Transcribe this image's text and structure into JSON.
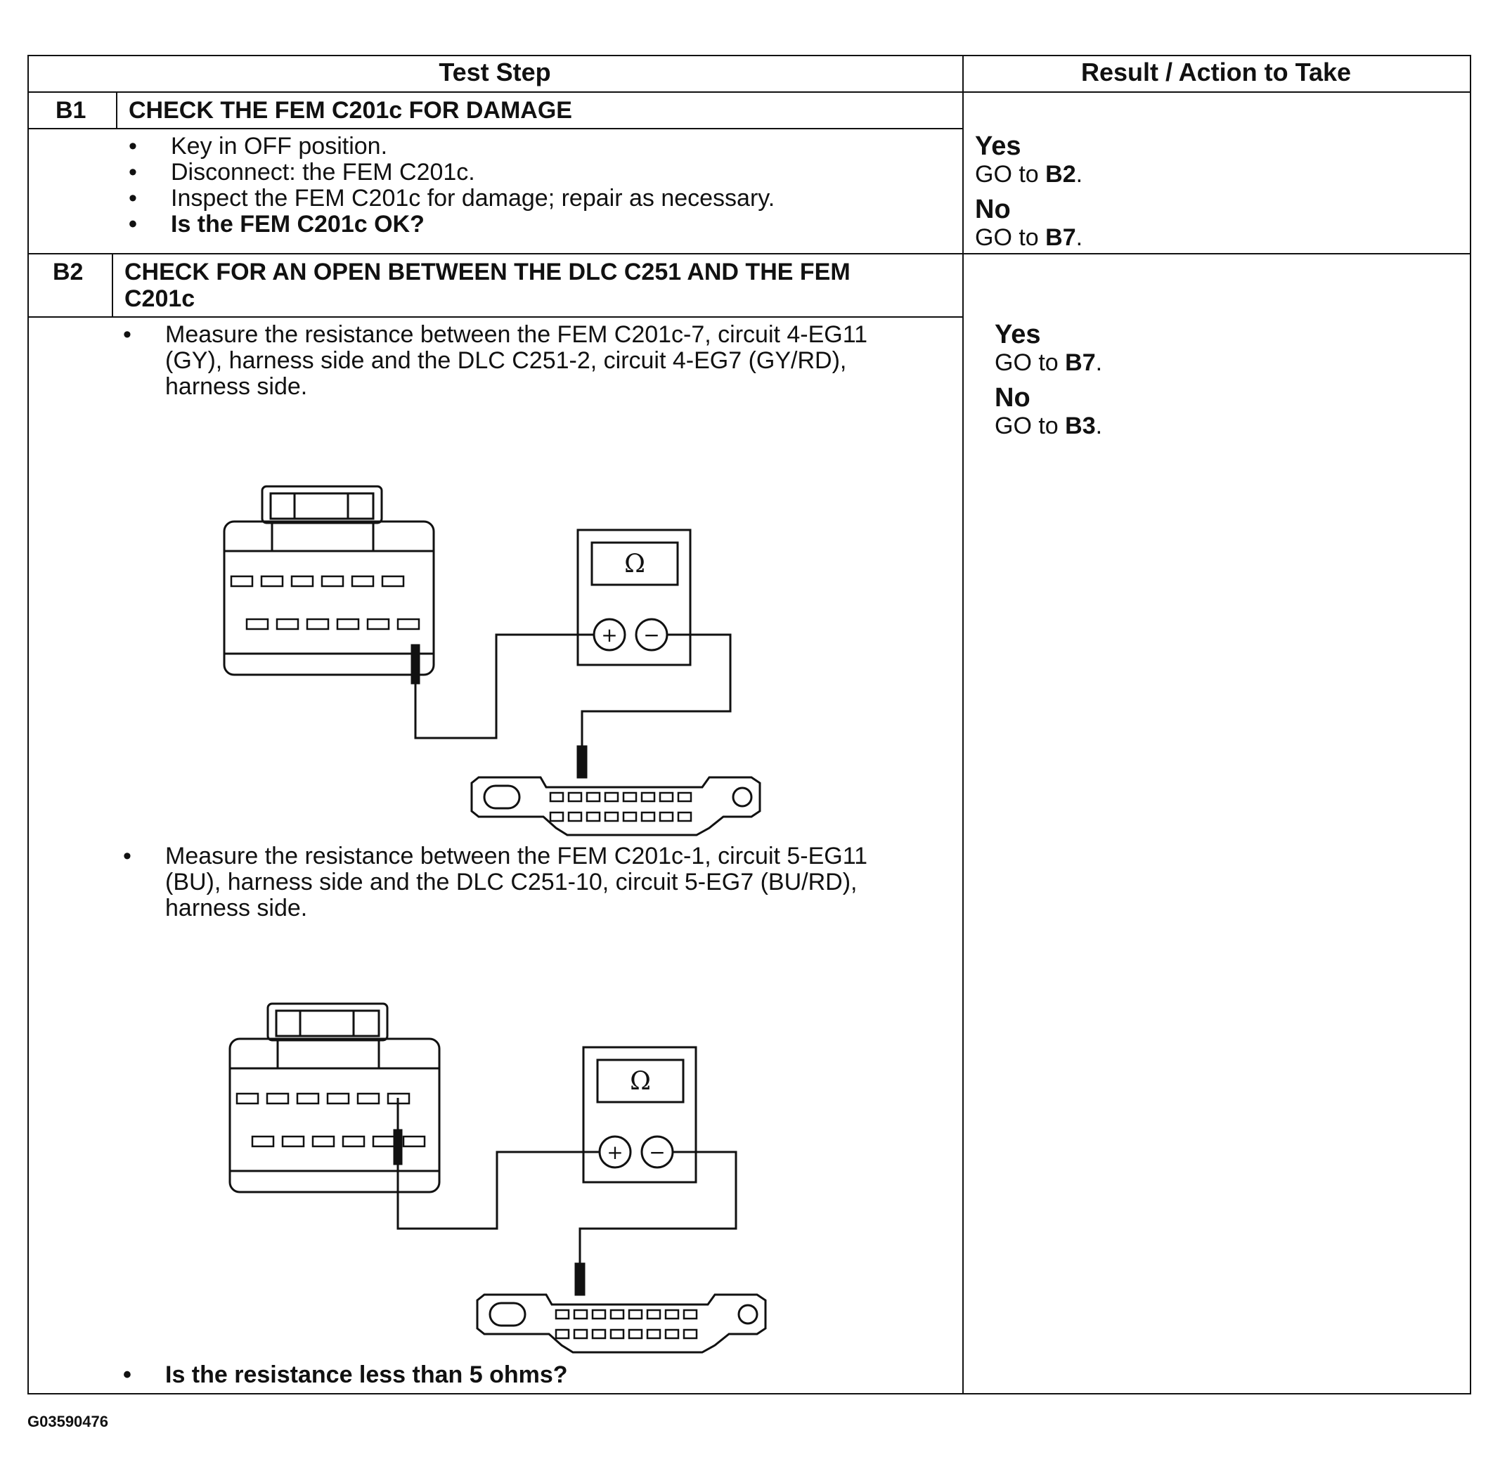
{
  "table": {
    "header": {
      "test_step": "Test Step",
      "result": "Result / Action to Take"
    },
    "steps": [
      {
        "id": "B1",
        "title": "CHECK THE FEM C201c FOR DAMAGE",
        "bullets": [
          "Key in OFF position.",
          "Disconnect: the FEM C201c.",
          "Inspect the FEM C201c for damage; repair as necessary.",
          "Is the FEM C201c OK?"
        ],
        "results": [
          {
            "label": "Yes",
            "go": "GO to",
            "target": "B2"
          },
          {
            "label": "No",
            "go": "GO to",
            "target": "B7"
          }
        ]
      },
      {
        "id": "B2",
        "title": "CHECK FOR AN OPEN BETWEEN THE DLC C251 AND THE FEM C201c",
        "bullets": [
          "Measure the resistance between the FEM C201c-7, circuit 4-EG11 (GY), harness side and the DLC C251-2, circuit 4-EG7 (GY/RD), harness side.",
          "Measure the resistance between the FEM C201c-1, circuit 5-EG11 (BU), harness side and the DLC C251-10, circuit 5-EG7 (BU/RD), harness side.",
          "Is the resistance less than 5 ohms?"
        ],
        "results": [
          {
            "label": "Yes",
            "go": "GO to",
            "target": "B7"
          },
          {
            "label": "No",
            "go": "GO to",
            "target": "B3"
          }
        ]
      }
    ]
  },
  "diagram": {
    "meter_symbol": "Ω",
    "plus": "+",
    "minus": "−"
  },
  "figure_id": "G03590476"
}
